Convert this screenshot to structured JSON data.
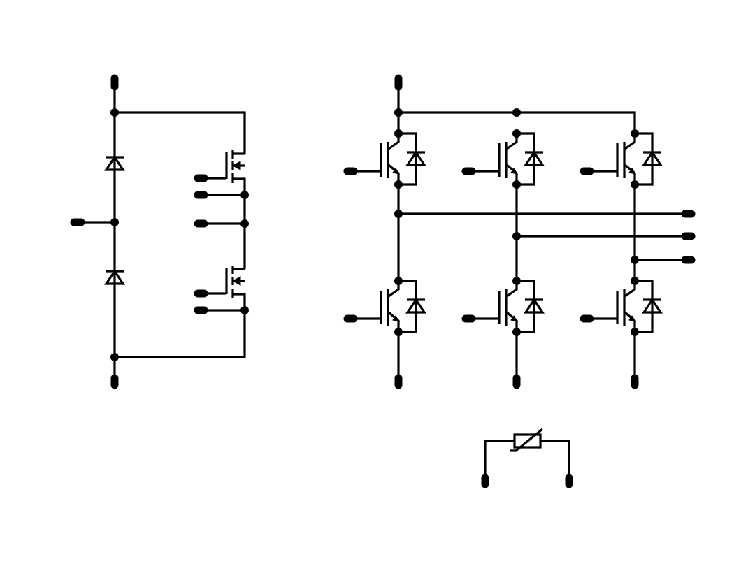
{
  "diagram": {
    "type": "circuit-schematic",
    "stroke_color": "#000000",
    "background_color": "#ffffff",
    "components": [
      "rectifier-diode-leg",
      "mosfet-half-bridge",
      "igbt-three-phase-bridge",
      "varistor"
    ]
  }
}
